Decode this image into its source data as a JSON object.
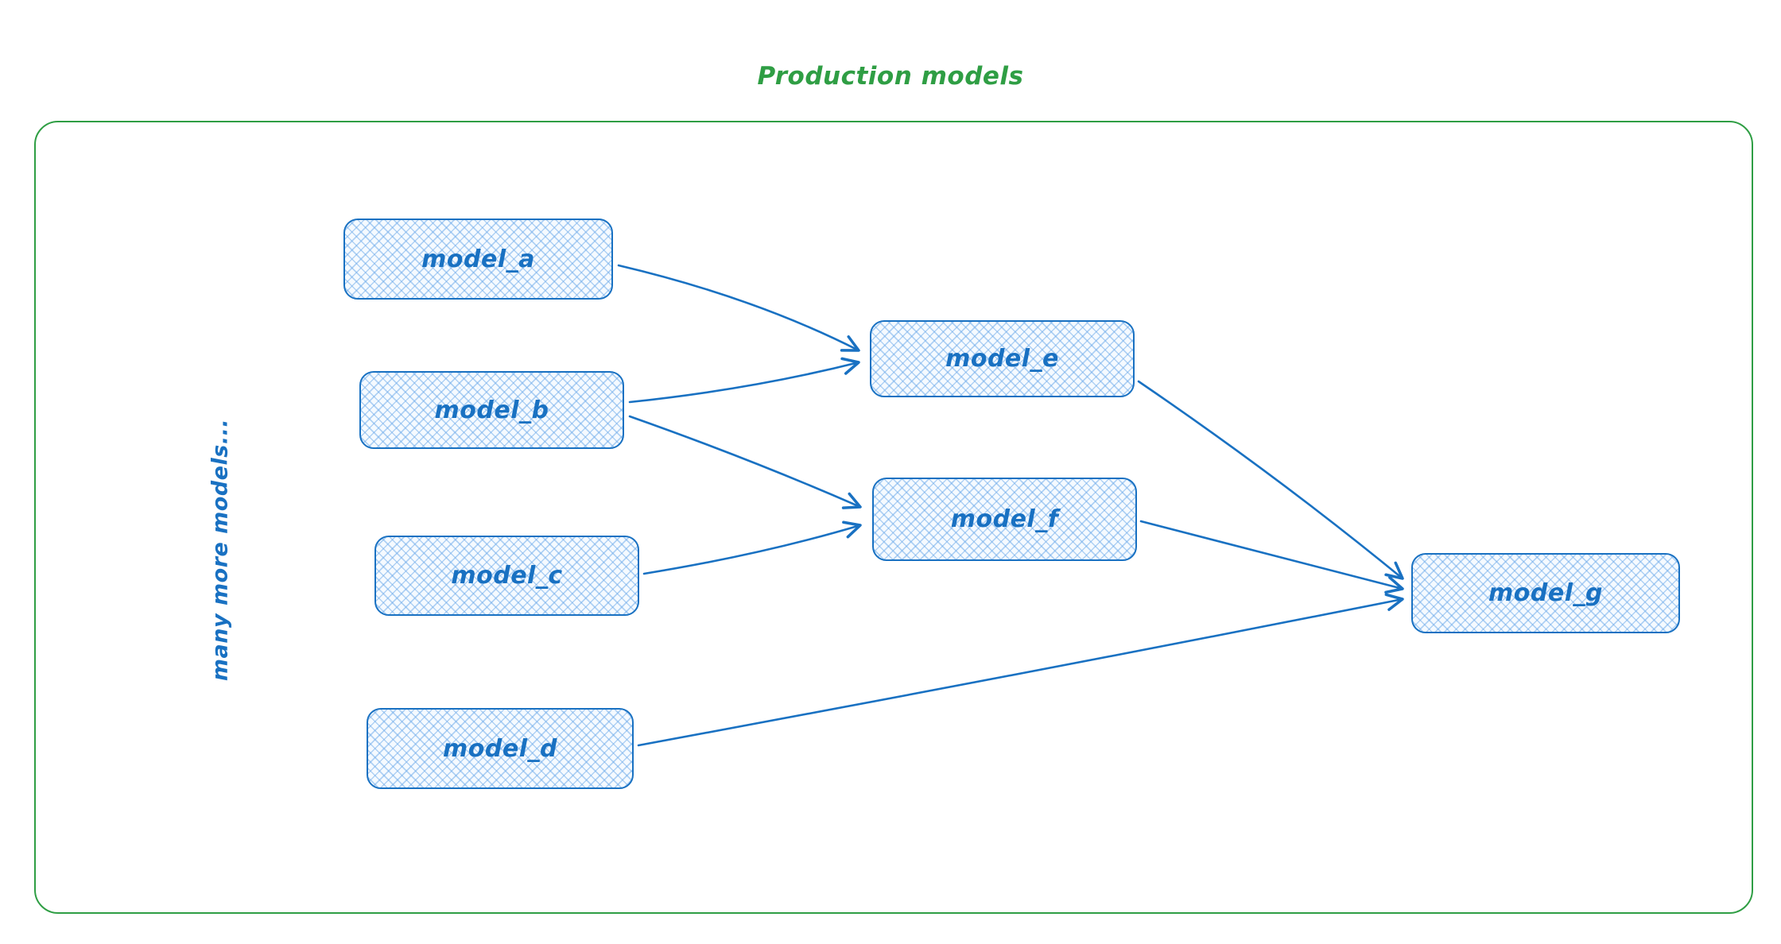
{
  "title": "Production models",
  "side_label": "many more models...",
  "colors": {
    "frame_green": "#2f9e44",
    "node_blue": "#1971c2",
    "node_fill": "#a5d8ff"
  },
  "nodes": [
    {
      "id": "model_a",
      "label": "model_a"
    },
    {
      "id": "model_b",
      "label": "model_b"
    },
    {
      "id": "model_c",
      "label": "model_c"
    },
    {
      "id": "model_d",
      "label": "model_d"
    },
    {
      "id": "model_e",
      "label": "model_e"
    },
    {
      "id": "model_f",
      "label": "model_f"
    },
    {
      "id": "model_g",
      "label": "model_g"
    }
  ],
  "edges": [
    {
      "from": "model_a",
      "to": "model_e"
    },
    {
      "from": "model_b",
      "to": "model_e"
    },
    {
      "from": "model_b",
      "to": "model_f"
    },
    {
      "from": "model_c",
      "to": "model_f"
    },
    {
      "from": "model_e",
      "to": "model_g"
    },
    {
      "from": "model_f",
      "to": "model_g"
    },
    {
      "from": "model_d",
      "to": "model_g"
    }
  ]
}
